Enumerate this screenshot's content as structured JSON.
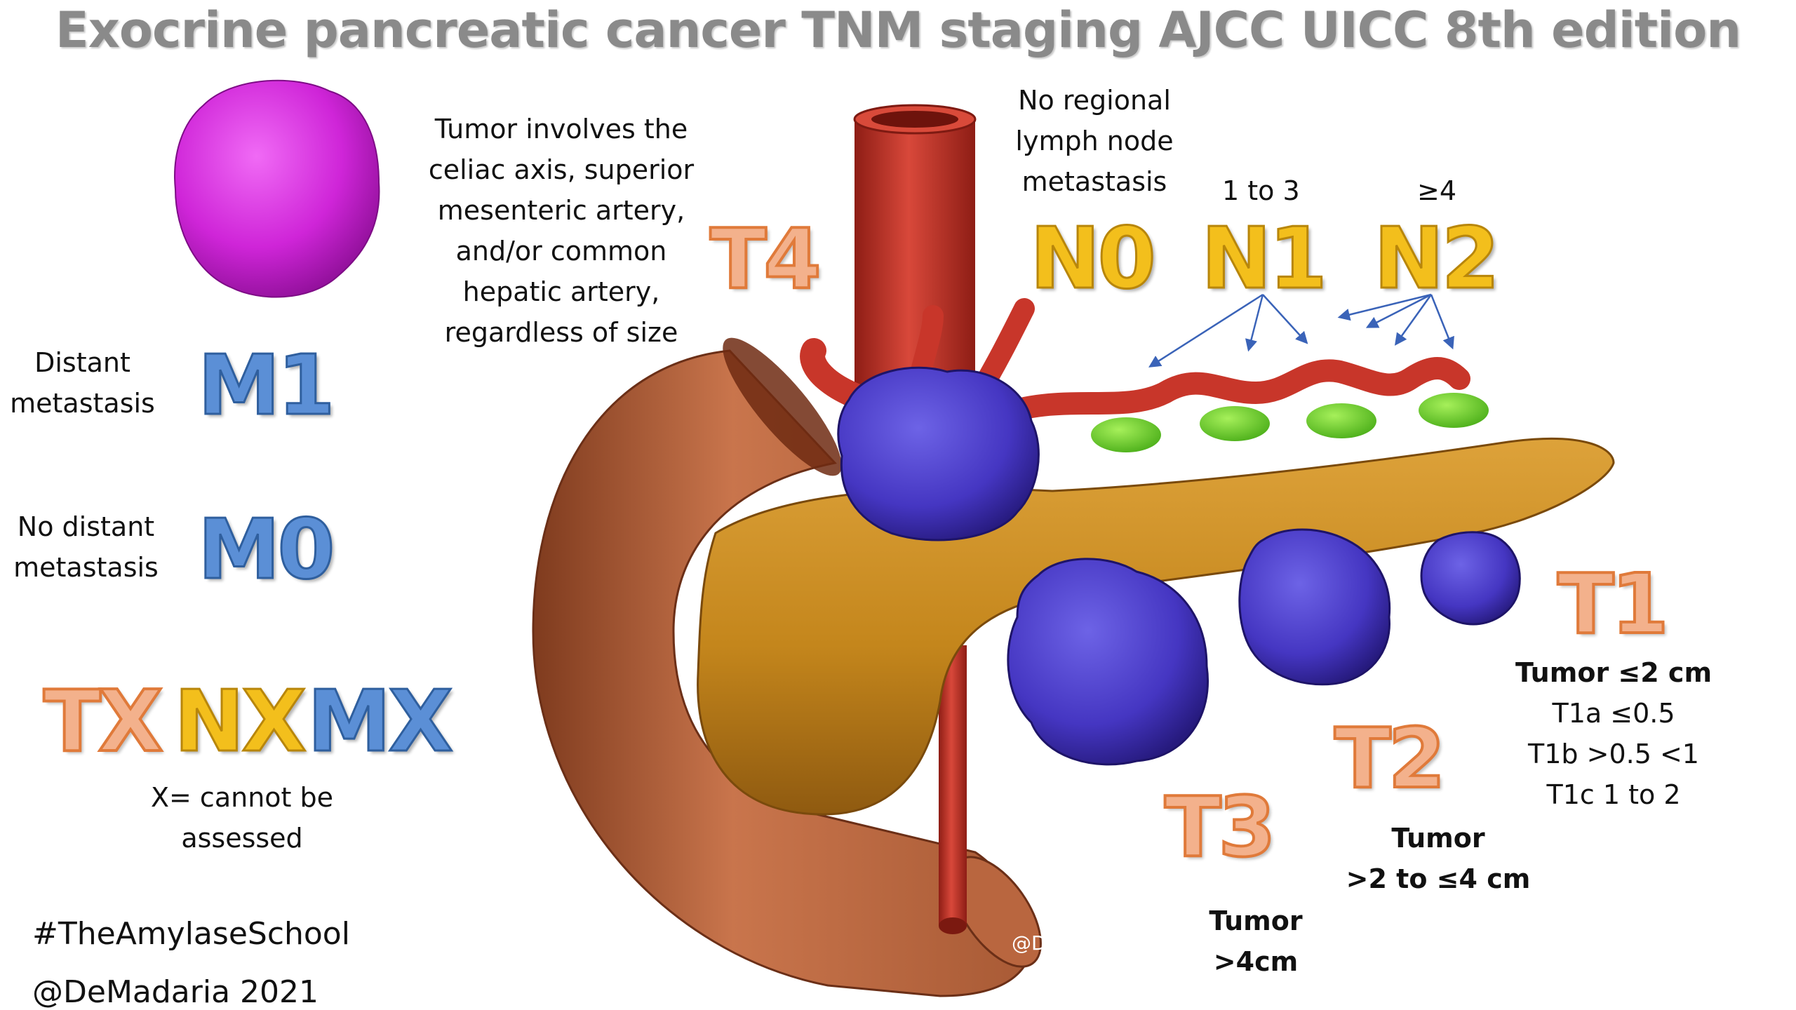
{
  "title": "Exocrine pancreatic cancer TNM staging AJCC UICC 8th edition",
  "m_stage": {
    "m1": {
      "label": "M1",
      "desc": [
        "Distant",
        "metastasis"
      ]
    },
    "m0": {
      "label": "M0",
      "desc": [
        "No distant",
        "metastasis"
      ]
    }
  },
  "x_stage": {
    "labels": [
      "TX",
      "NX",
      "MX"
    ],
    "note": [
      "X= cannot be",
      "assessed"
    ]
  },
  "footer": {
    "hashtag": "#TheAmylaseSchool",
    "credit": "@DeMadaria 2021"
  },
  "watermark": "@DeMadaria",
  "t4": {
    "label": "T4",
    "desc": [
      "Tumor involves the",
      "celiac axis, superior",
      "mesenteric artery,",
      "and/or common",
      "hepatic artery,",
      "regardless of size"
    ]
  },
  "n_stage": {
    "n0": {
      "label": "N0",
      "desc": [
        "No regional",
        "lymph node",
        "metastasis"
      ]
    },
    "n1": {
      "label": "N1",
      "desc": "1 to 3"
    },
    "n2": {
      "label": "N2",
      "desc": "≥4"
    }
  },
  "t1": {
    "label": "T1",
    "desc": [
      "Tumor ≤2 cm",
      "T1a ≤0.5",
      "T1b >0.5 <1",
      "T1c 1 to 2"
    ]
  },
  "t2": {
    "label": "T2",
    "desc": [
      "Tumor",
      ">2 to ≤4 cm"
    ]
  },
  "t3": {
    "label": "T3",
    "desc": [
      "Tumor",
      ">4cm"
    ]
  },
  "colors": {
    "t_label": "#f3b18c",
    "n_label": "#f3bf1c",
    "m_label": "#5b8fd6",
    "tumor": "#4a3fc4",
    "metastasis": "#d42bdc",
    "pancreas": "#c98a1f",
    "duodenum": "#c0704b",
    "vessel": "#c8362a",
    "lymph_node": "#7ed321"
  }
}
